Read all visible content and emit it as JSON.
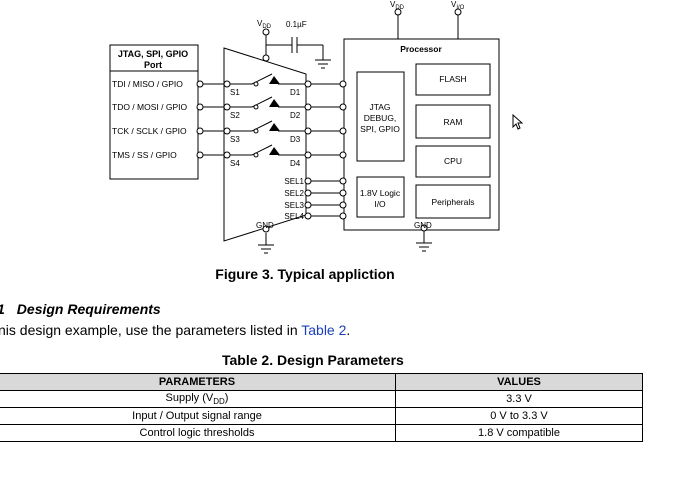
{
  "figure": {
    "port": {
      "title_line1": "JTAG, SPI, GPIO",
      "title_line2": "Port",
      "pins": [
        "TDI  / MISO / GPIO",
        "TDO / MOSI / GPIO",
        "TCK / SCLK / GPIO",
        "TMS / SS / GPIO"
      ]
    },
    "mux": {
      "vdd": "V",
      "vdd_sub": "DD",
      "cap": "0.1µF",
      "s_labels": [
        "S1",
        "S2",
        "S3",
        "S4"
      ],
      "d_labels": [
        "D1",
        "D2",
        "D3",
        "D4"
      ],
      "sel_labels": [
        "SEL1",
        "SEL2",
        "SEL3",
        "SEL4"
      ],
      "gnd": "GND"
    },
    "processor": {
      "title": "Processor",
      "top_pins": [
        {
          "main": "V",
          "sub": "DD"
        },
        {
          "main": "V",
          "sub": "I/O"
        }
      ],
      "jtag_block": [
        "JTAG",
        "DEBUG,",
        "SPI, GPIO"
      ],
      "logic_block": [
        "1.8V Logic",
        "I/O"
      ],
      "flash": "FLASH",
      "ram": "RAM",
      "cpu": "CPU",
      "peripherals": "Peripherals",
      "gnd": "GND"
    },
    "caption": "Figure 3.  Typical appliction"
  },
  "section": {
    "number": "1",
    "heading": "Design Requirements",
    "intro_text": "nis design example, use the parameters listed in ",
    "intro_link": "Table 2",
    "intro_end": "."
  },
  "table": {
    "title": "Table 2. Design Parameters",
    "headers": [
      "PARAMETERS",
      "VALUES"
    ],
    "rows": [
      {
        "param": "Supply (V",
        "param_sub": "DD",
        "param_end": ")",
        "value": "3.3 V"
      },
      {
        "param": "Input / Output signal range",
        "param_sub": "",
        "param_end": "",
        "value": "0 V to 3.3 V"
      },
      {
        "param": "Control logic thresholds",
        "param_sub": "",
        "param_end": "",
        "value": "1.8 V compatible"
      }
    ]
  }
}
